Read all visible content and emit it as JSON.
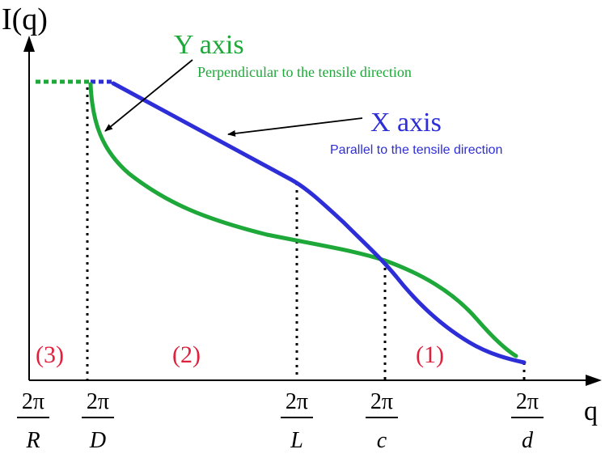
{
  "axes": {
    "y_label": "I(q)",
    "x_label": "q"
  },
  "annotations": {
    "y_axis_title": "Y axis",
    "y_axis_subtitle": "Perpendicular to the tensile direction",
    "x_axis_title": "X axis",
    "x_axis_subtitle": "Parallel to the tensile direction"
  },
  "regions": {
    "r3": "(3)",
    "r2": "(2)",
    "r1": "(1)"
  },
  "ticks": {
    "numerator": "2π",
    "R": "R",
    "D": "D",
    "L": "L",
    "c": "c",
    "d": "d"
  },
  "colors": {
    "x_curve": "#2e2ed8",
    "y_curve": "#1fa83a",
    "region_labels": "#e0203c",
    "axes": "#000000"
  }
}
